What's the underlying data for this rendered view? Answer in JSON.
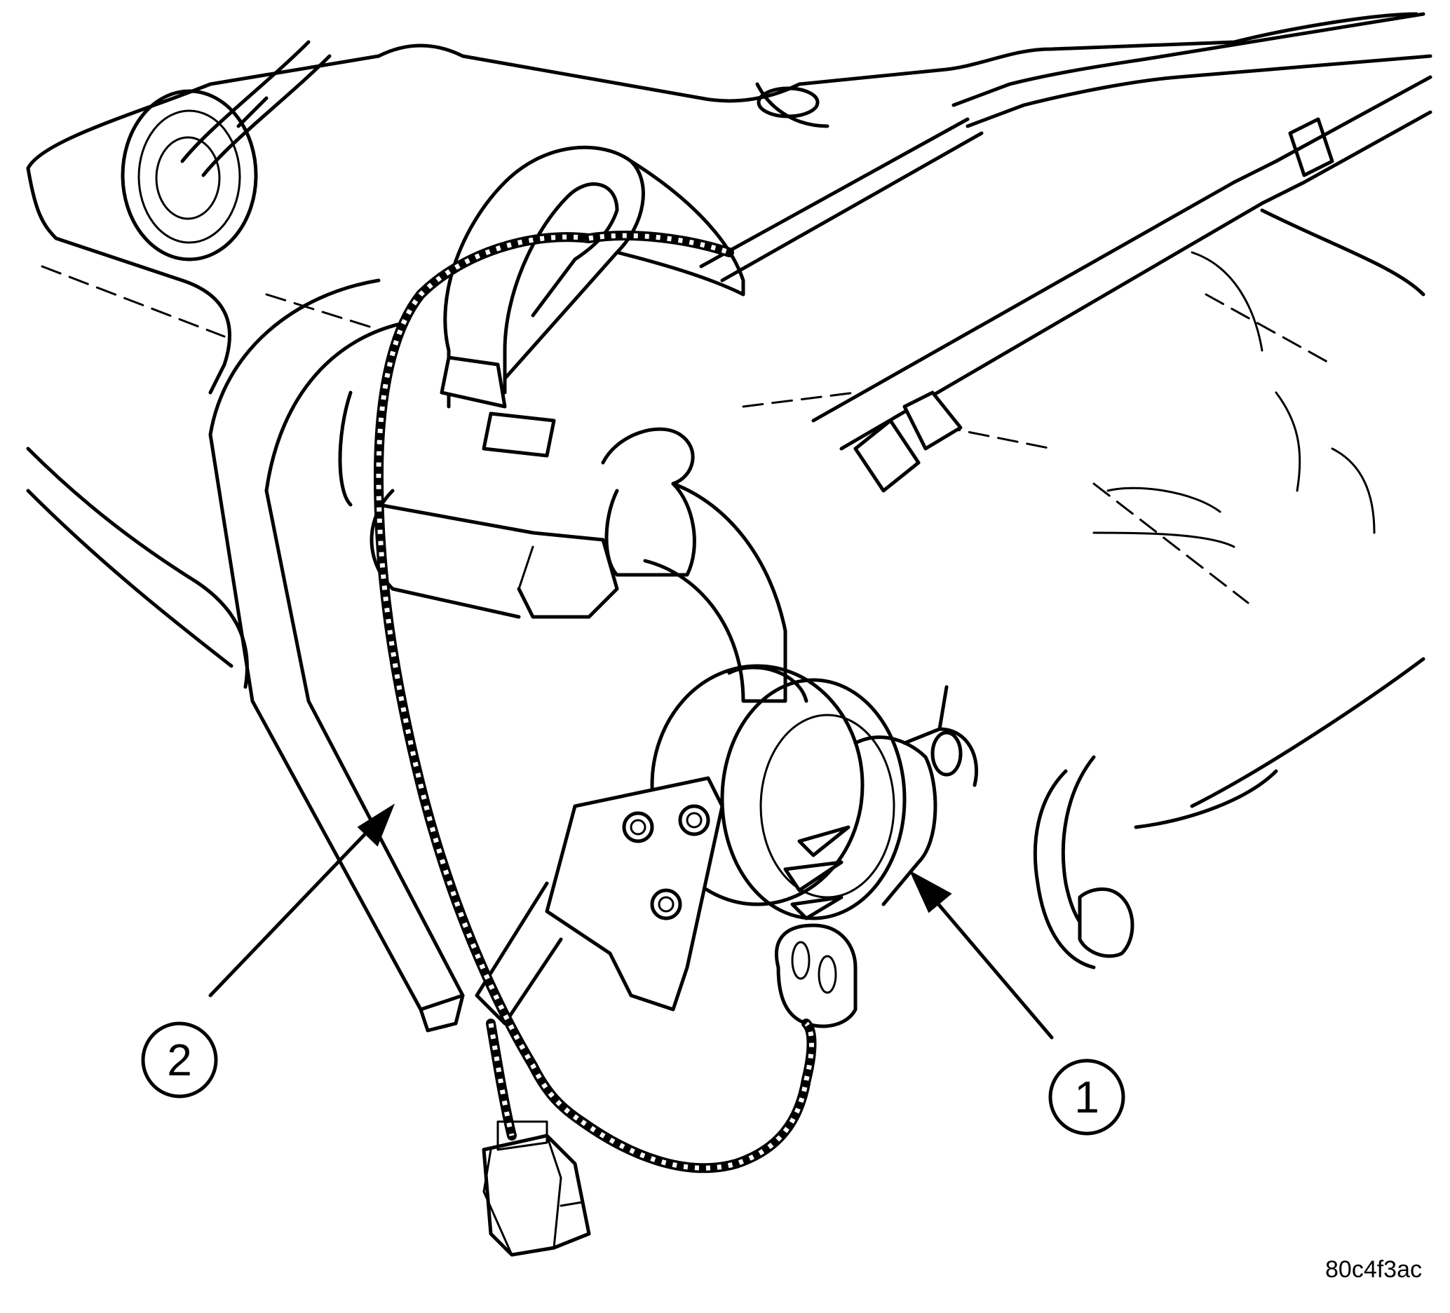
{
  "callouts": [
    {
      "label": "1"
    },
    {
      "label": "2"
    }
  ],
  "figure_id": "80c4f3ac"
}
